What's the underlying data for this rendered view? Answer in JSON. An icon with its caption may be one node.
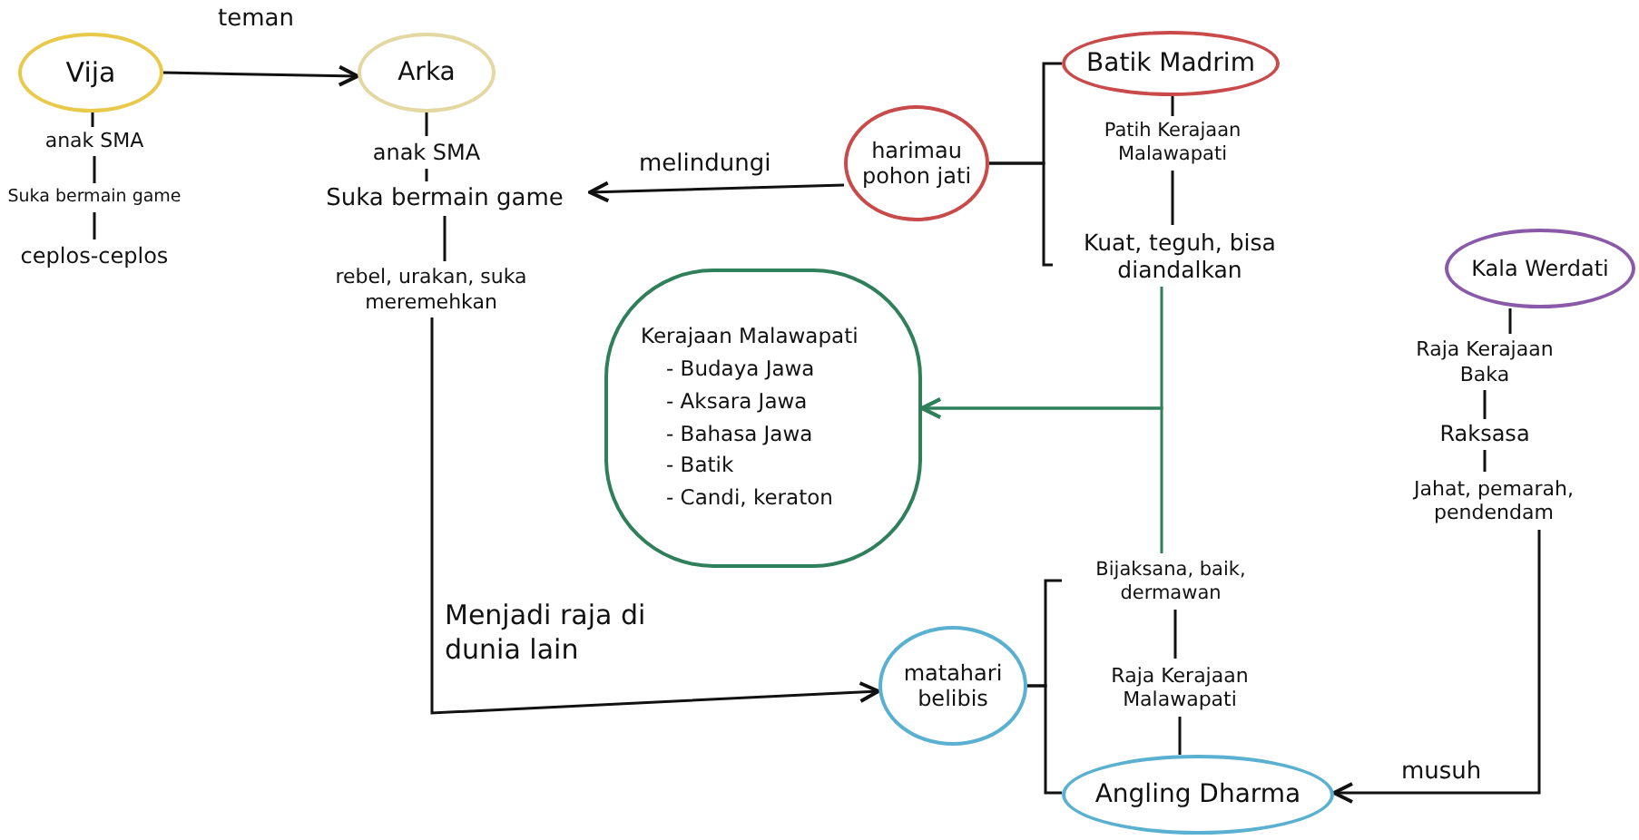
{
  "diagram": {
    "nodes": [
      {
        "text": [
          "Vija"
        ]
      },
      {
        "text": [
          "anak SMA"
        ]
      },
      {
        "text": [
          "Suka bermain game"
        ]
      },
      {
        "text": [
          "ceplos-ceplos"
        ]
      },
      {
        "text": [
          "Arka"
        ]
      },
      {
        "text": [
          "anak SMA"
        ]
      },
      {
        "text": [
          "Suka bermain game"
        ]
      },
      {
        "text": [
          "rebel, urakan, suka meremehkan"
        ]
      },
      {
        "text": [
          "harimau pohon jati"
        ]
      },
      {
        "text": [
          "Batik Madrim"
        ]
      },
      {
        "text": [
          "Patih Kerajaan Malawapati"
        ]
      },
      {
        "text": [
          "Kuat, teguh, bisa diandalkan"
        ]
      },
      {
        "text": [
          "Kerajaan Malawapati",
          "- Budaya Jawa",
          "- Aksara Jawa",
          "- Bahasa Jawa",
          "- Batik",
          "- Candi, keraton"
        ]
      },
      {
        "text": [
          "Kala Werdati"
        ]
      },
      {
        "text": [
          "Raja Kerajaan Baka"
        ]
      },
      {
        "text": [
          "Raksasa"
        ]
      },
      {
        "text": [
          "Jahat, pemarah, pendendam"
        ]
      },
      {
        "text": [
          "matahari belibis"
        ]
      },
      {
        "text": [
          "Bijaksana, baik, dermawan"
        ]
      },
      {
        "text": [
          "Raja Kerajaan Malawapati"
        ]
      },
      {
        "text": [
          "Angling Dharma"
        ]
      }
    ],
    "edges": [
      {
        "from": 0,
        "to": 4,
        "arrow": "to",
        "label": "teman"
      },
      {
        "from": 0,
        "to": 1,
        "arrow": "none"
      },
      {
        "from": 1,
        "to": 2,
        "arrow": "none"
      },
      {
        "from": 2,
        "to": 3,
        "arrow": "none"
      },
      {
        "from": 4,
        "to": 5,
        "arrow": "none"
      },
      {
        "from": 5,
        "to": 6,
        "arrow": "none"
      },
      {
        "from": 6,
        "to": 7,
        "arrow": "none"
      },
      {
        "from": 7,
        "to": 17,
        "arrow": "to",
        "label": "Menjadi raja di dunia lain"
      },
      {
        "from": 8,
        "to": 6,
        "arrow": "to",
        "label": "melindungi"
      },
      {
        "from": 8,
        "to": 9,
        "arrow": "none"
      },
      {
        "from": 8,
        "to": 11,
        "arrow": "none"
      },
      {
        "from": 9,
        "to": 10,
        "arrow": "none"
      },
      {
        "from": 10,
        "to": 11,
        "arrow": "none"
      },
      {
        "from": 11,
        "to": 12,
        "arrow": "to",
        "color": "#2f7f5a"
      },
      {
        "from": 18,
        "to": 12,
        "arrow": "to",
        "color": "#2f7f5a"
      },
      {
        "from": 13,
        "to": 14,
        "arrow": "none"
      },
      {
        "from": 14,
        "to": 15,
        "arrow": "none"
      },
      {
        "from": 15,
        "to": 16,
        "arrow": "none"
      },
      {
        "from": 16,
        "to": 20,
        "arrow": "to",
        "label": "musuh"
      },
      {
        "from": 17,
        "to": 18,
        "arrow": "none"
      },
      {
        "from": 17,
        "to": 20,
        "arrow": "none"
      },
      {
        "from": 18,
        "to": 19,
        "arrow": "none"
      },
      {
        "from": 19,
        "to": 20,
        "arrow": "none"
      }
    ]
  }
}
